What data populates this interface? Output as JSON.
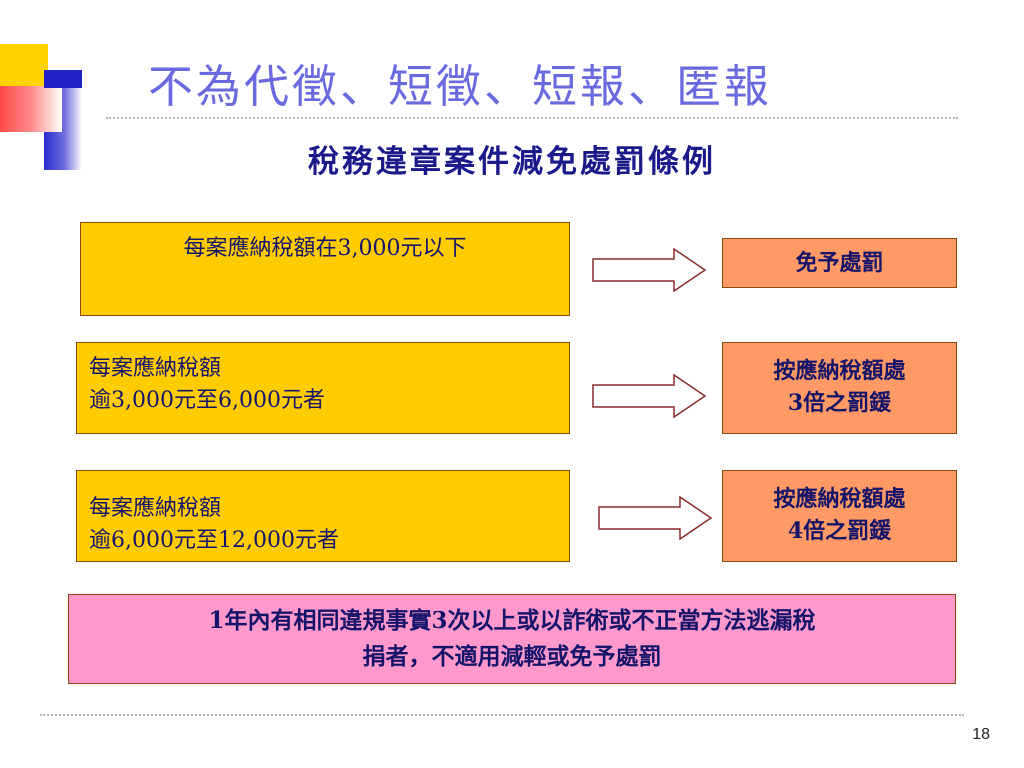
{
  "title": "不為代徵、短徵、短報、匿報",
  "subtitle": "稅務違章案件減免處罰條例",
  "rows": [
    {
      "condition_lines": [
        "每案應納稅額在3,000元以下"
      ],
      "result_lines": [
        "免予處罰"
      ]
    },
    {
      "condition_lines": [
        "每案應納稅額",
        "逾3,000元至6,000元者"
      ],
      "result_lines": [
        "按應納稅額處",
        "3倍之罰鍰"
      ]
    },
    {
      "condition_lines": [
        "每案應納稅額",
        "逾6,000元至12,000元者"
      ],
      "result_lines": [
        "按應納稅額處",
        "4倍之罰鍰"
      ]
    }
  ],
  "note_lines": [
    "1年內有相同違規事實3次以上或以詐術或不正當方法逃漏稅",
    "捐者，不適用減輕或免予處罰"
  ],
  "page_number": "18",
  "colors": {
    "title": "#6a6ae0",
    "subtitle": "#1a1a8a",
    "condition_box": "#ffcc00",
    "result_box": "#ff9966",
    "note_box": "#ff99cc"
  }
}
